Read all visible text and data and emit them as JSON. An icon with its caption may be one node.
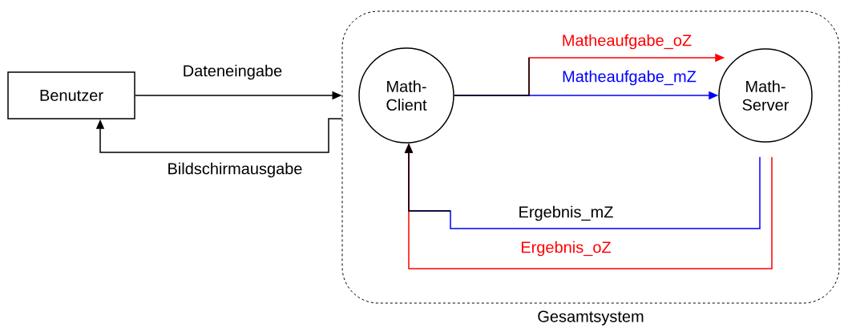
{
  "diagram": {
    "nodes": [
      {
        "text": [
          "Benutzer"
        ]
      },
      {
        "text": [
          "Gesamtsystem"
        ]
      },
      {
        "text": [
          "Math- Client"
        ],
        "in": 1
      },
      {
        "text": [
          "Math- Server"
        ],
        "in": 1
      }
    ],
    "edges": [
      {
        "from": 0,
        "to": 1,
        "arrow": "to",
        "label": "Dateneingabe"
      },
      {
        "from": 1,
        "to": 0,
        "arrow": "to",
        "label": "Bildschirmausgabe"
      },
      {
        "from": 2,
        "to": 3,
        "arrow": "to",
        "label": "Matheaufgabe_oZ",
        "color": "#ff0000"
      },
      {
        "from": 2,
        "to": 3,
        "arrow": "to",
        "label": "Matheaufgabe_mZ",
        "color": "#0000ff"
      },
      {
        "from": 3,
        "to": 2,
        "arrow": "to",
        "label": "Ergebnis_mZ",
        "color": "#0000ff"
      },
      {
        "from": 3,
        "to": 2,
        "arrow": "to",
        "label": "Ergebnis_oZ",
        "color": "#ff0000"
      }
    ]
  }
}
